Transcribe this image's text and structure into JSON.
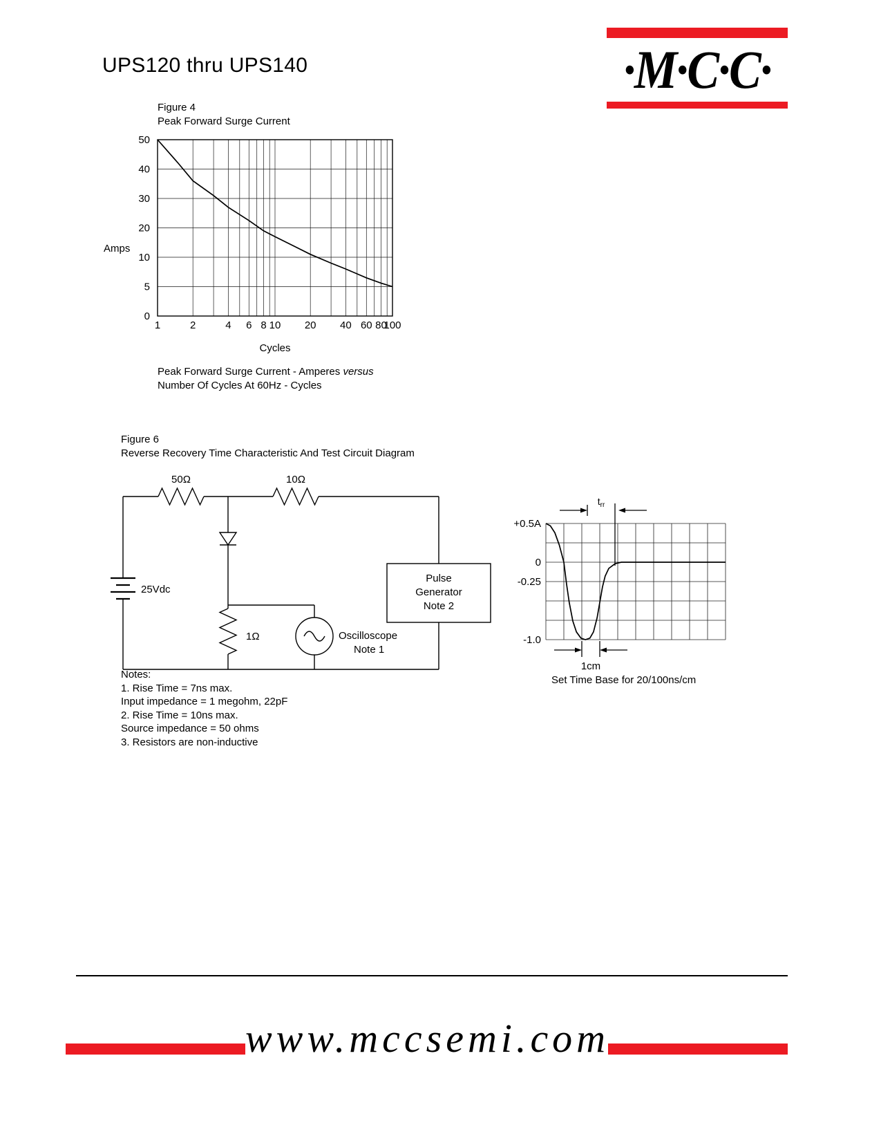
{
  "header": {
    "title": "UPS120 thru UPS140",
    "logo_text": "·M·C·C·"
  },
  "figure4": {
    "label": "Figure 4",
    "caption_text": "Peak Forward Surge Current - Amperes",
    "caption_italic": "versus",
    "caption_line2": "Number Of Cycles At 60Hz - Cycles"
  },
  "figure6": {
    "label": "Figure 6",
    "title": "Reverse Recovery Time Characteristic And Test Circuit Diagram",
    "circuit": {
      "r_50": "50Ω",
      "r_10": "10Ω",
      "r_1": "1Ω",
      "battery_label": "25Vdc",
      "oscilloscope_label": "Oscilloscope",
      "oscilloscope_note": "Note 1",
      "pulse_generator": [
        "Pulse",
        "Generator",
        "Note 2"
      ]
    },
    "waveform": {
      "trr_t": "t",
      "trr_sub": "rr",
      "cm_label": "1cm",
      "timebase": "Set Time Base for 20/100ns/cm"
    }
  },
  "notes": {
    "heading": "Notes:",
    "lines": [
      "1. Rise Time = 7ns max.",
      "Input impedance = 1 megohm, 22pF",
      "2. Rise Time = 10ns max.",
      "Source impedance = 50 ohms",
      "3. Resistors are non-inductive"
    ]
  },
  "footer": {
    "url": "www.mccsemi.com"
  },
  "colors": {
    "accent_red": "#EC1B23"
  },
  "chart_data": [
    {
      "type": "line",
      "title": "Peak Forward Surge Current",
      "xlabel": "Cycles",
      "ylabel": "Amps",
      "x_scale": "log",
      "xlim": [
        1,
        100
      ],
      "x_ticks": [
        1,
        2,
        4,
        6,
        8,
        10,
        20,
        40,
        60,
        80,
        100
      ],
      "y_ticks": [
        0,
        5,
        10,
        20,
        30,
        40,
        50
      ],
      "grid": true,
      "points": [
        [
          1,
          50
        ],
        [
          1.5,
          42
        ],
        [
          2,
          36
        ],
        [
          3,
          31
        ],
        [
          4,
          27
        ],
        [
          6,
          22.5
        ],
        [
          8,
          19
        ],
        [
          10,
          17
        ],
        [
          15,
          13.5
        ],
        [
          20,
          11
        ],
        [
          30,
          9
        ],
        [
          40,
          8
        ],
        [
          60,
          6.5
        ],
        [
          80,
          5.6
        ],
        [
          100,
          5
        ]
      ]
    },
    {
      "type": "line",
      "title": "Reverse recovery current waveform",
      "xlabel": "",
      "ylabel": "",
      "grid": {
        "cols": 10,
        "rows": 6,
        "amps_per_div": 0.25
      },
      "y_ticks": [
        {
          "label": "+0.5A",
          "value": 0.5
        },
        {
          "label": "0",
          "value": 0
        },
        {
          "label": "-0.25",
          "value": -0.25
        },
        {
          "label": "-1.0",
          "value": -1.0
        }
      ],
      "points": [
        [
          0,
          0.5
        ],
        [
          0.25,
          0.47
        ],
        [
          0.5,
          0.38
        ],
        [
          0.75,
          0.22
        ],
        [
          1,
          0
        ],
        [
          1.15,
          -0.28
        ],
        [
          1.3,
          -0.52
        ],
        [
          1.5,
          -0.76
        ],
        [
          1.7,
          -0.9
        ],
        [
          1.95,
          -0.98
        ],
        [
          2.2,
          -1
        ],
        [
          2.45,
          -0.98
        ],
        [
          2.65,
          -0.9
        ],
        [
          2.85,
          -0.72
        ],
        [
          3,
          -0.52
        ],
        [
          3.15,
          -0.32
        ],
        [
          3.3,
          -0.18
        ],
        [
          3.5,
          -0.08
        ],
        [
          3.85,
          -0.02
        ],
        [
          4.2,
          0
        ],
        [
          10,
          0
        ]
      ]
    }
  ]
}
